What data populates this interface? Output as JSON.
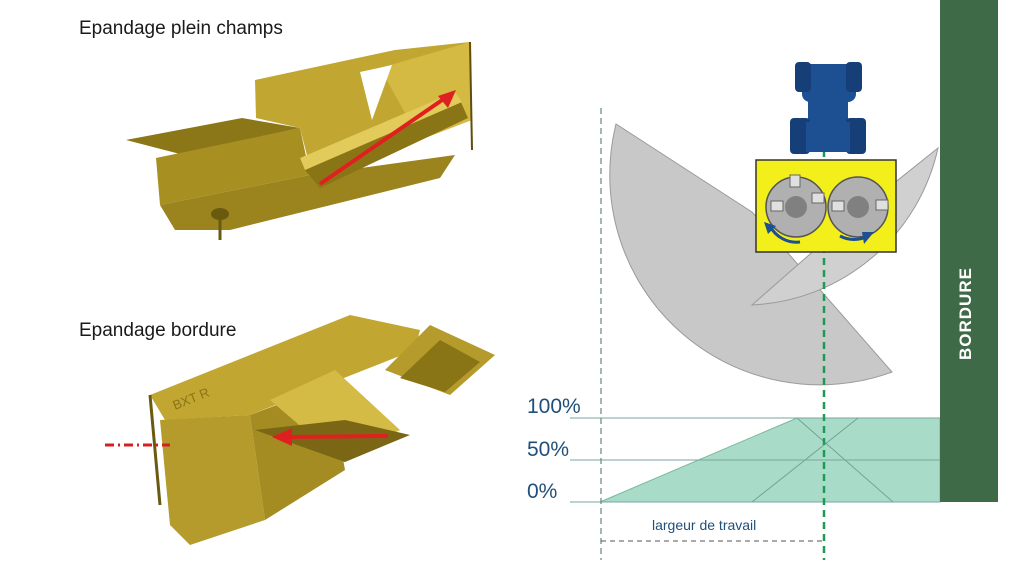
{
  "titles": {
    "plein_champs": "Epandage plein champs",
    "bordure": "Epandage bordure"
  },
  "diagram": {
    "border_label": "BORDURE",
    "percent_100": "100%",
    "percent_50": "50%",
    "percent_0": "0%",
    "working_width_label": "largeur de travail",
    "engraved_text": "BXT R"
  },
  "colors": {
    "deflector": "#b39a2a",
    "deflector_dark": "#7a6614",
    "arrow": "#e02020",
    "border_strip": "#3e6a47",
    "spread_fan": "#c8c8c8",
    "distribution": "#a9dcc8",
    "tractor": "#1d4f93",
    "spreader_box": "#f2ef1a",
    "guide_line": "#1f9a55"
  }
}
